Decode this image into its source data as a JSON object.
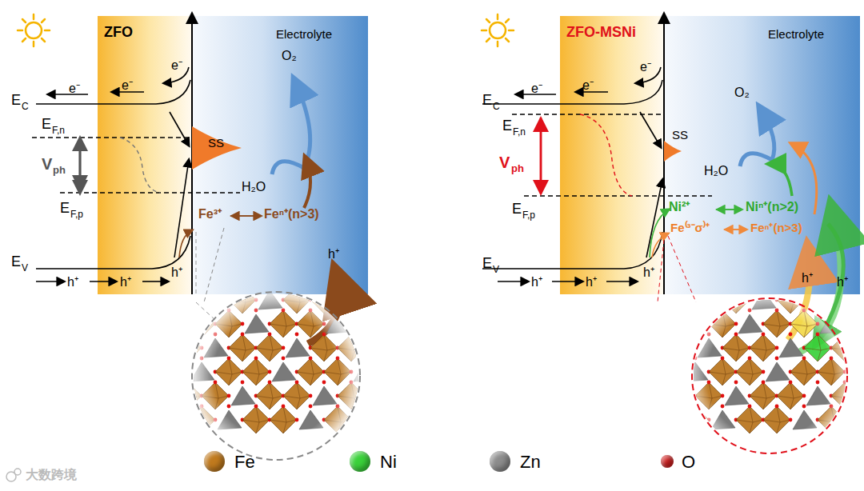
{
  "diagram": {
    "nodes": [
      {
        "text": [
          "ZFO"
        ]
      },
      {
        "text": [
          "Electrolyte"
        ]
      },
      {
        "text": [
          "SS"
        ]
      },
      {
        "text": [
          "ZFO-MSNi"
        ]
      },
      {
        "text": [
          "Electrolyte"
        ]
      },
      {
        "text": [
          "SS"
        ]
      }
    ],
    "labels": [
      "E",
      "C",
      "e⁻",
      "e⁻",
      "e⁻",
      "E",
      "F,n",
      "V",
      "ph",
      "E",
      "F,p",
      "H₂O",
      "O₂",
      "Fe³⁺",
      "Feⁿ⁺(n>3)",
      "E",
      "V",
      "h⁺",
      "h⁺",
      "h⁺",
      "h⁺",
      "E",
      "C",
      "e⁻",
      "e⁻",
      "e⁻",
      "E",
      "F,n",
      "V",
      "ph",
      "E",
      "F,p",
      "O₂",
      "H₂O",
      "Ni²⁺",
      "Niⁿ⁺(n>2)",
      "Fe⁽³⁻σ⁾⁺",
      "Feⁿ⁺(n>3)",
      "E",
      "V",
      "h⁺",
      "h⁺",
      "h⁺",
      "h⁺",
      "h⁺",
      "大数跨境"
    ],
    "legend": [
      {
        "text": "Fe",
        "color": "#c07a1e"
      },
      {
        "text": "Ni",
        "color": "#3ad13a"
      },
      {
        "text": "Zn",
        "color": "#8c8c8c"
      },
      {
        "text": "O",
        "color": "#d42020"
      }
    ]
  }
}
